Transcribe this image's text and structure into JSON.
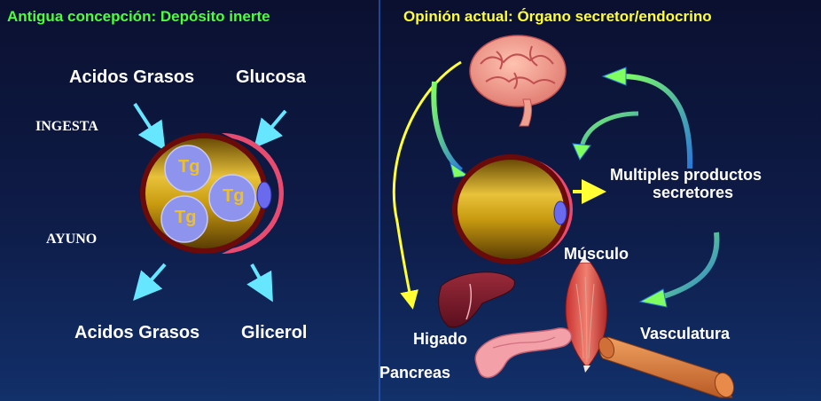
{
  "left_panel": {
    "title": "Antigua concepción: Depósito inerte",
    "inputs": [
      "Acidos Grasos",
      "Glucosa"
    ],
    "input_label": "INGESTA",
    "output_label": "AYUNO",
    "outputs": [
      "Acidos Grasos",
      "Glicerol"
    ],
    "droplet_label": "Tg"
  },
  "right_panel": {
    "title": "Opinión actual: Órgano secretor/endocrino",
    "secretions_line1": "Multiples productos",
    "secretions_line2": "secretores",
    "muscle": "Músculo",
    "liver": "Higado",
    "pancreas": "Pancreas",
    "vasculature": "Vasculatura"
  },
  "colors": {
    "left_title": "#4cff3a",
    "right_title": "#ffff33",
    "cyan_arrow": "#66e6ff",
    "yellow_arrow": "#ffff33",
    "divider": "#2a58b8"
  }
}
